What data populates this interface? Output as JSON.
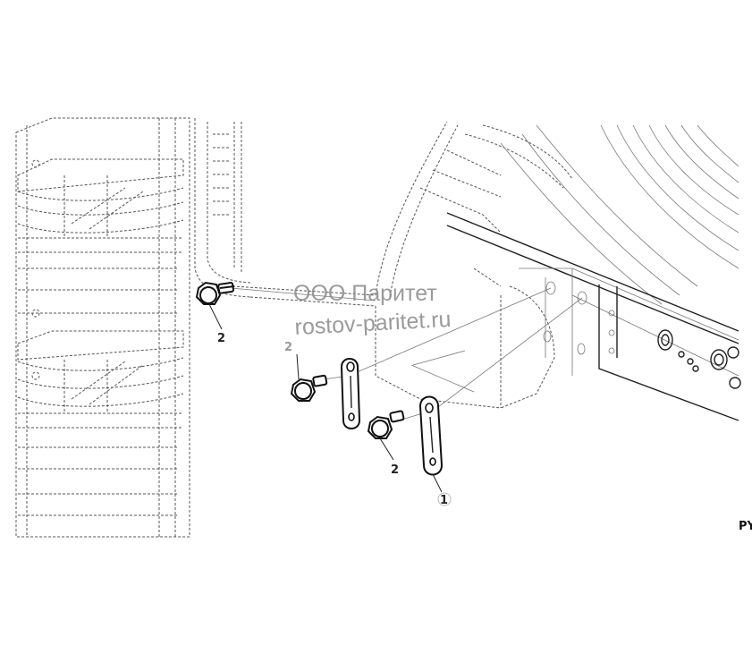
{
  "watermark": {
    "line1": "ООО Паритет",
    "line2": "rostov-paritet.ru"
  },
  "callouts": {
    "part1": "1",
    "part2_left": "2",
    "part2_upper": "2",
    "part2_lower": "2"
  },
  "ref_code": "PY",
  "colors": {
    "line": "#222222",
    "watermark": "#8a8a8a",
    "background": "#ffffff"
  }
}
